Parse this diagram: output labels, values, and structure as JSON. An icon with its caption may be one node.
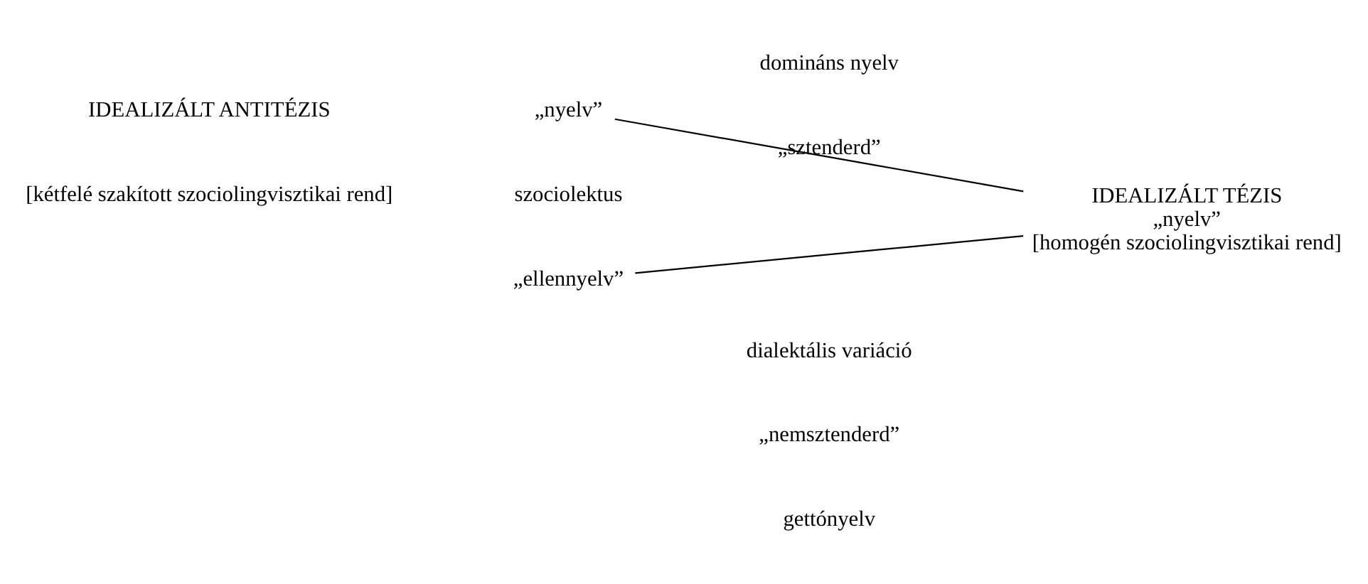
{
  "diagram": {
    "nodes": [
      {
        "text": [
          "„nyelv”"
        ]
      },
      {
        "text": [
          "„ellennyelv”"
        ]
      },
      {
        "text": [
          "IDEALIZÁLT TÉZIS",
          "„nyelv”",
          "[homogén szociolingvisztikai rend]"
        ]
      }
    ],
    "edges": [
      {
        "from": 0,
        "to": 2,
        "arrow": "none"
      },
      {
        "from": 1,
        "to": 2,
        "arrow": "none"
      }
    ],
    "labels": [
      "IDEALIZÁLT ANTITÉZIS",
      "[kétfelé szakított szociolingvisztikai rend]",
      "domináns nyelv",
      "„sztenderd”",
      "szociolektus",
      "dialektális variáció",
      "„nemsztenderd”",
      "gettónyelv"
    ]
  }
}
